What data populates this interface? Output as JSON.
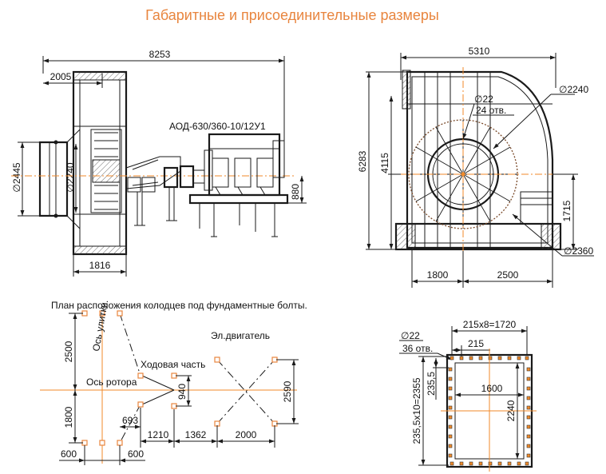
{
  "title": "Габаритные и присоединительные размеры",
  "colors": {
    "title": "#e8853e",
    "axis": "#f08a2a",
    "line": "#1a1a1a"
  },
  "side_view": {
    "dim_total": "8253",
    "dim_inlet": "2005",
    "dim_dia_outer": "∅2445",
    "dim_dia_inner": "∅2240",
    "dim_base": "1816",
    "dim_shaft_height": "880",
    "motor_label": "АОД-630/360-10/12У1"
  },
  "front_view": {
    "dim_width": "5310",
    "dim_height": "6283",
    "dim_axis_height": "4115",
    "dim_outlet_height": "1715",
    "dim_left": "1800",
    "dim_right": "2500",
    "dim_dia_flange": "∅2240",
    "dim_dia_holes": "∅22",
    "holes_count": "24 отв.",
    "dim_dia_base": "∅2360"
  },
  "plan": {
    "caption": "План расположения колодцев под фундаментные болты.",
    "label_snail_axis": "Ось улитки.",
    "label_rotor_axis": "Ось ротора",
    "label_running_gear": "Ходовая часть",
    "label_motor": "Эл.двигатель",
    "dim_up": "2500",
    "dim_down": "1800",
    "dim_940": "940",
    "dim_2590": "2590",
    "dim_693": "693",
    "dim_1210": "1210",
    "dim_1362": "1362",
    "dim_2000": "2000",
    "dim_600_left": "600",
    "dim_600_right": "600"
  },
  "flange": {
    "dim_top": "215х8=1720",
    "dim_pitch": "215",
    "dim_dia_holes": "∅22",
    "holes_count": "36 отв.",
    "dim_235": "235,5",
    "dim_side": "235,5х10=2355",
    "dim_inner_w": "1600",
    "dim_inner_h": "2240"
  }
}
